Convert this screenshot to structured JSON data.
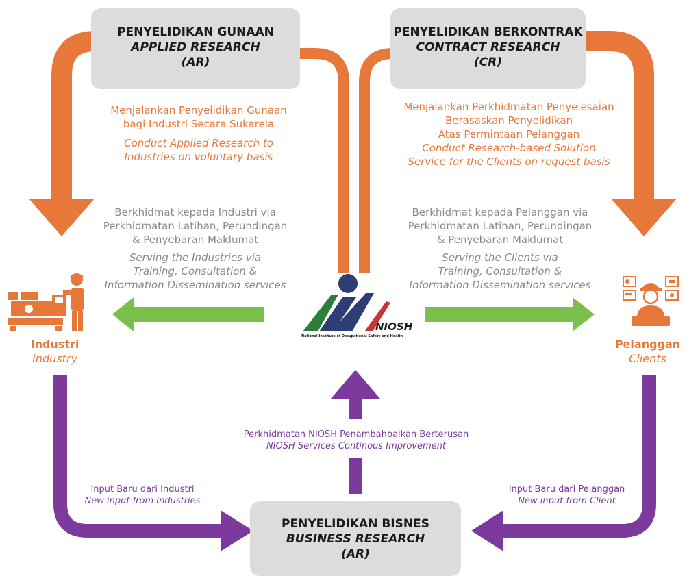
{
  "colors": {
    "orange": "#e8773a",
    "green": "#7ac04a",
    "purple": "#7b3a9c",
    "grey": "#8a8a8a",
    "box": "#dcdcdc",
    "niosh_navy": "#2c3e73",
    "niosh_green": "#2e7d3a",
    "niosh_red": "#c8343a"
  },
  "boxes": {
    "applied": {
      "title": "PENYELIDIKAN GUNAAN",
      "subtitle": "APPLIED RESEARCH",
      "abbr": "(AR)"
    },
    "contract": {
      "title": "PENYELIDIKAN BERKONTRAK",
      "subtitle": "CONTRACT RESEARCH",
      "abbr": "(CR)"
    },
    "business": {
      "title": "PENYELIDIKAN BISNES",
      "subtitle": "BUSINESS RESEARCH",
      "abbr": "(AR)"
    }
  },
  "applied_desc": {
    "ms1": "Menjalankan Penyelidikan Gunaan",
    "ms2": "bagi Industri Secara Sukarela",
    "en1": "Conduct Applied Research to",
    "en2": "Industries on voluntary basis"
  },
  "contract_desc": {
    "ms1": "Menjalankan Perkhidmatan Penyelesaian",
    "ms2": "Berasaskan Penyelidikan",
    "ms3": "Atas Permintaan Pelanggan",
    "en1": "Conduct Research-based Solution",
    "en2": "Service for the Clients on request basis"
  },
  "serve_industry": {
    "ms1": "Berkhidmat kepada Industri via",
    "ms2": "Perkhidmatan Latihan, Perundingan",
    "ms3": "& Penyebaran Maklumat",
    "en1": "Serving the Industries via",
    "en2": "Training, Consultation &",
    "en3": "Information Dissemination services"
  },
  "serve_client": {
    "ms1": "Berkhidmat kepada Pelanggan via",
    "ms2": "Perkhidmatan Latihan, Perundingan",
    "ms3": "& Penyebaran Maklumat",
    "en1": "Serving the Clients via",
    "en2": "Training, Consultation &",
    "en3": "Information Dissemination services"
  },
  "industry_label": {
    "ms": "Industri",
    "en": "Industry"
  },
  "client_label": {
    "ms": "Pelanggan",
    "en": "Clients"
  },
  "niosh": {
    "logo_text": "NIOSH",
    "tagline": "National Institute of Occupational Safety and Health"
  },
  "improvement": {
    "ms": "Perkhidmatan NIOSH Penambahbaikan Berterusan",
    "en": "NIOSH Services Continous Improvement"
  },
  "input_industry": {
    "ms": "Input Baru dari Industri",
    "en": "New input from Industries"
  },
  "input_client": {
    "ms": "Input Baru dari Pelanggan",
    "en": "New input from Client"
  },
  "icons": {
    "industry": "factory-worker-icon",
    "client": "engineer-client-icon"
  }
}
